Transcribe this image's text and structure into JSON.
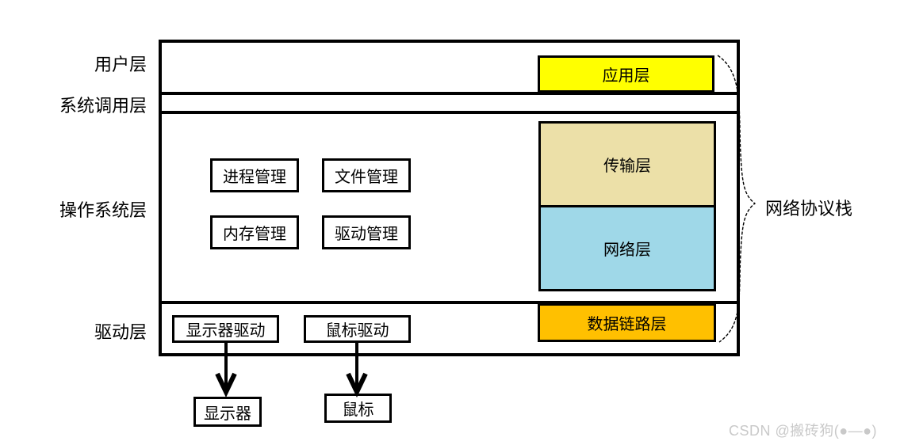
{
  "left_labels": {
    "user_layer": "用户层",
    "syscall_layer": "系统调用层",
    "os_layer": "操作系统层",
    "driver_layer": "驱动层"
  },
  "os_modules": {
    "process": "进程管理",
    "file": "文件管理",
    "memory": "内存管理",
    "driver_mgmt": "驱动管理"
  },
  "network_stack": {
    "application": {
      "label": "应用层",
      "color": "#ffff00"
    },
    "transport": {
      "label": "传输层",
      "color": "#ece0a8"
    },
    "network": {
      "label": "网络层",
      "color": "#9fd8e8"
    },
    "datalink": {
      "label": "数据链路层",
      "color": "#ffc000"
    },
    "brace_label": "网络协议栈"
  },
  "drivers": {
    "display_driver": "显示器驱动",
    "mouse_driver": "鼠标驱动"
  },
  "devices": {
    "display": "显示器",
    "mouse": "鼠标"
  },
  "watermark": {
    "text": "CSDN @搬砖狗(●—●)",
    "color": "#c9c9c9"
  },
  "colors": {
    "line": "#000000",
    "background": "#ffffff"
  }
}
